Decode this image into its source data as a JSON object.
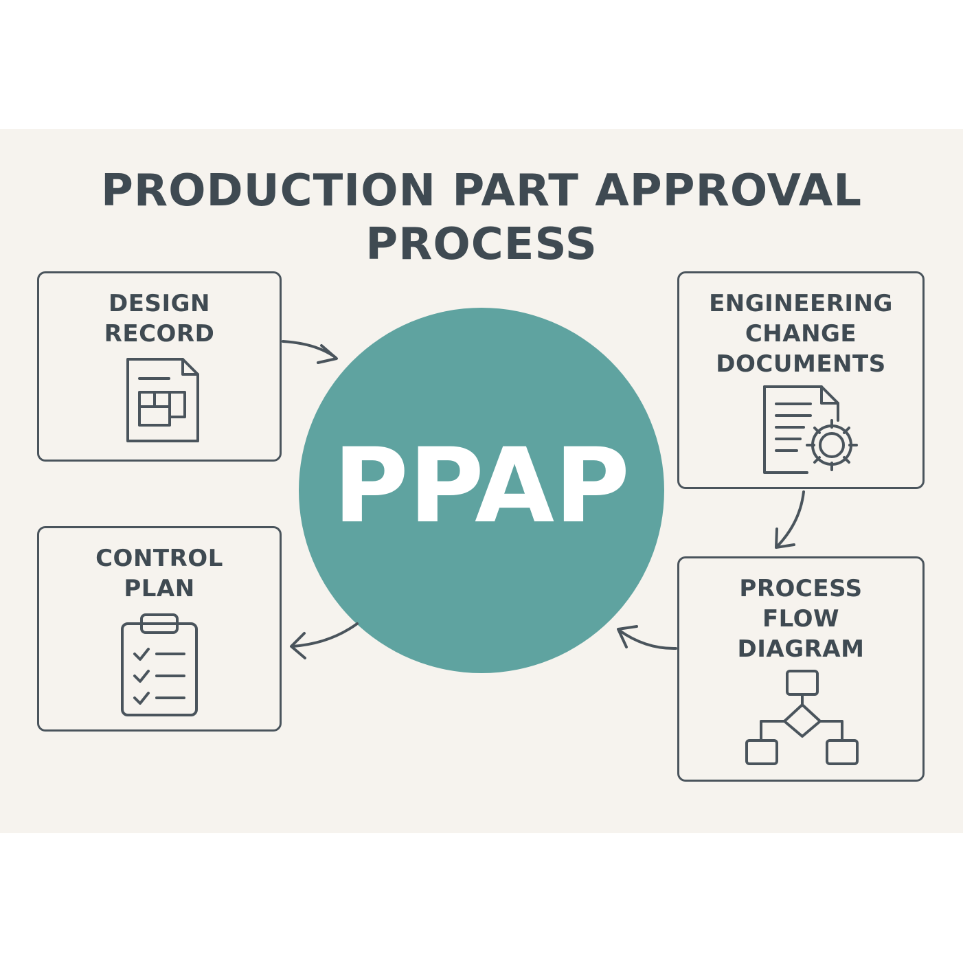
{
  "title": {
    "line1": "PRODUCTION PART APPROVAL",
    "line2": "PROCESS"
  },
  "center": {
    "label": "PPAP",
    "color": "#5fa3a0"
  },
  "boxes": {
    "design_record": {
      "line1": "DESIGN",
      "line2": "RECORD",
      "icon": "document-blueprint-icon"
    },
    "engineering_change": {
      "line1": "ENGINEERING",
      "line2": "CHANGE",
      "line3": "DOCUMENTS",
      "icon": "document-gear-icon"
    },
    "control_plan": {
      "line1": "CONTROL",
      "line2": "PLAN",
      "icon": "clipboard-checklist-icon"
    },
    "process_flow": {
      "line1": "PROCESS",
      "line2": "FLOW",
      "line3": "DIAGRAM",
      "icon": "flowchart-icon"
    }
  },
  "colors": {
    "ink": "#3f4a52",
    "background": "#f6f3ee"
  }
}
